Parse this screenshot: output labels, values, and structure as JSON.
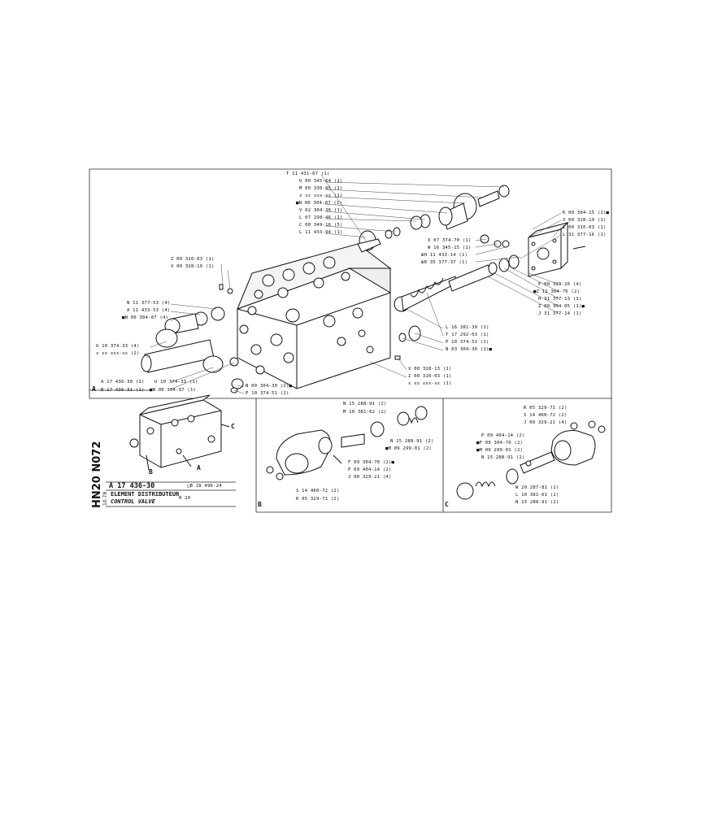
{
  "sheet": {
    "title_fr": "ELEMENT DISTRIBUTEUR",
    "title_en": "CONTROL VALVE",
    "model": "H 20",
    "ref_number": "A 17 436-30",
    "ref_alt": "B 28 496-24",
    "side_code": "HN20 N072",
    "side_date": "10.78"
  },
  "main_labels": {
    "top": [
      "T 11 431-67 (1)",
      "U 00 345-64 (1)",
      "M 00 330-85 (1)",
      "x xx xxx-xx (1)",
      "N 00 304-87 (1)",
      "V 02 304-36 (1)",
      "L 07 298-46 (1)",
      "C 00 349-16 (5)",
      "L 11 433-94 (1)"
    ],
    "right_upper": [
      "K 00 304-15 (1)",
      "X 00 328-19 (1)",
      "Z 00 310-03 (1)",
      "L 31 377-16 (1)"
    ],
    "mid_center": [
      "X 07 374-70 (1)",
      "W 16 345-15 (1)",
      "H 11 433-14 (1)",
      "R 35 377-37 (1)"
    ],
    "right_lower": [
      "P 00 329-26 (4)",
      "Z 12 304-76 (2)",
      "H 31 377-13 (1)",
      "Z 00 304-05 (1)",
      "J 31 377-14 (1)"
    ],
    "center_lower": [
      "L 16 381-39 (1)",
      "T 17 292-03 (1)",
      "P 10 374-51 (1)",
      "N 03 304-30 (1)"
    ],
    "below_block": [
      "X 00 328-13 (1)",
      "Z 00 310-03 (1)",
      "x xx xxx-xx (1)"
    ],
    "left_top": [
      "Z 00 310-03 (1)",
      "X 00 328-19 (1)"
    ],
    "left_mid": [
      "N 11 377-53 (4)",
      "A 11 433-53 (4)",
      "N 00 304-87 (4)"
    ],
    "left_low": [
      "U 10 374-33 (4)",
      "x xx xxx-xx (2)"
    ],
    "bottom_left": [
      "A 17 436-30 (1)",
      "B 17 436-31 (1)"
    ],
    "bottom_mid": [
      "U 10 374-33 (1)",
      "N 00 304-87 (1)"
    ],
    "bottom_right": [
      "N 00 304-30 (2)",
      "P 10 374-51 (2)"
    ]
  },
  "section_b": {
    "letter": "B",
    "labels_top": [
      "N 15 288-91 (2)",
      "M 10 381-62 (2)"
    ],
    "labels_right": [
      "N 15 288-91 (2)",
      "M 09 299-01 (2)"
    ],
    "labels_lower": [
      "F 09 304-70 (2)",
      "P 09 404-14 (2)",
      "J 00 329-21 (4)"
    ],
    "labels_bottom": [
      "S 14 460-72 (2)",
      "R 05 329-71 (2)"
    ]
  },
  "section_c": {
    "letter": "C",
    "labels_top": [
      "R 05 329-71 (2)",
      "S 14 460-72 (2)",
      "J 00 329-21 (4)"
    ],
    "labels_left": [
      "P 09 404-14 (2)",
      "F 09 304-70 (2)",
      "M 09 299-01 (2)",
      "N 15 288-91 (2)"
    ],
    "labels_bottom": [
      "W 20 287-81 (2)",
      "L 10 381-61 (2)",
      "N 15 288-91 (2)"
    ]
  },
  "thumb": {
    "letters": [
      "A",
      "B",
      "C"
    ]
  },
  "row_a_letter": "A"
}
